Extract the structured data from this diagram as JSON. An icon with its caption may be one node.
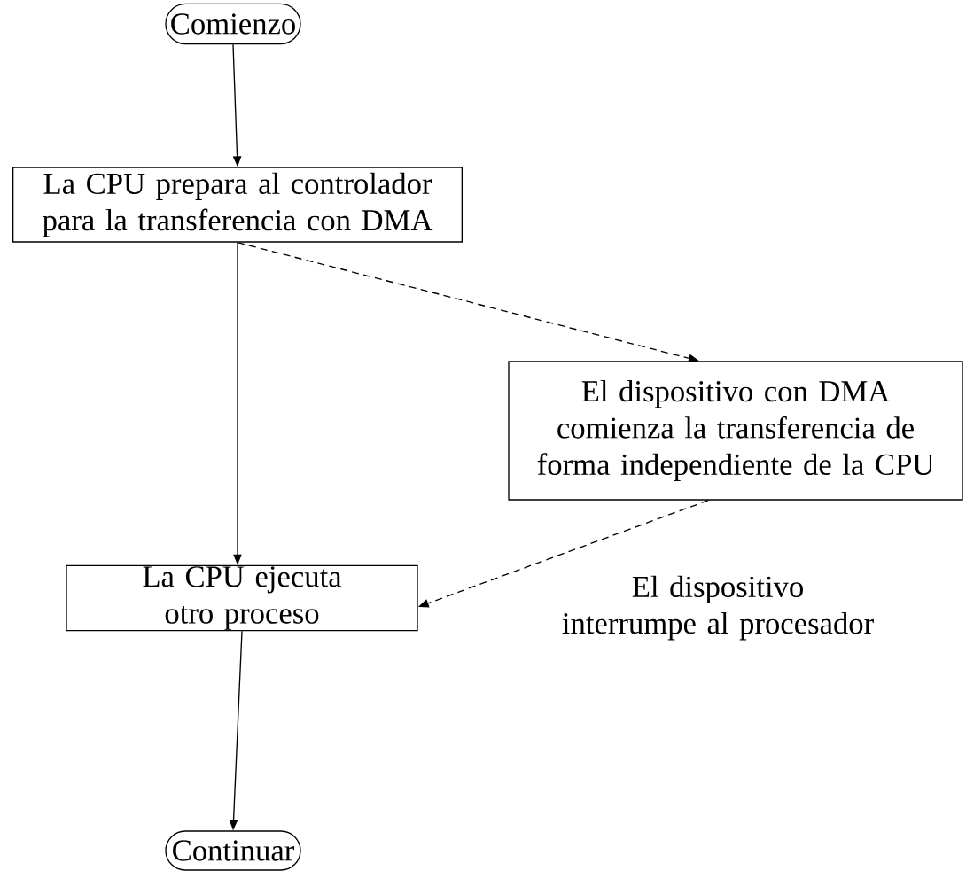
{
  "diagram": {
    "nodes": [
      {
        "text": [
          "Comienzo"
        ]
      },
      {
        "text": [
          "La CPU prepara al controlador para la transferencia con DMA"
        ]
      },
      {
        "text": [
          "El dispositivo con DMA comienza la transferencia de forma independiente de la CPU"
        ]
      },
      {
        "text": [
          "La CPU ejecuta otro proceso"
        ]
      },
      {
        "text": [
          "Continuar"
        ]
      }
    ],
    "edges": [
      {
        "from": 0,
        "to": 1,
        "arrow": "to"
      },
      {
        "from": 1,
        "to": 2,
        "arrow": "to",
        "style": "dashed"
      },
      {
        "from": 1,
        "to": 3,
        "arrow": "to"
      },
      {
        "from": 2,
        "to": 3,
        "arrow": "to",
        "style": "dashed",
        "label": "El dispositivo interrumpe al procesador"
      },
      {
        "from": 3,
        "to": 4,
        "arrow": "to"
      }
    ]
  }
}
